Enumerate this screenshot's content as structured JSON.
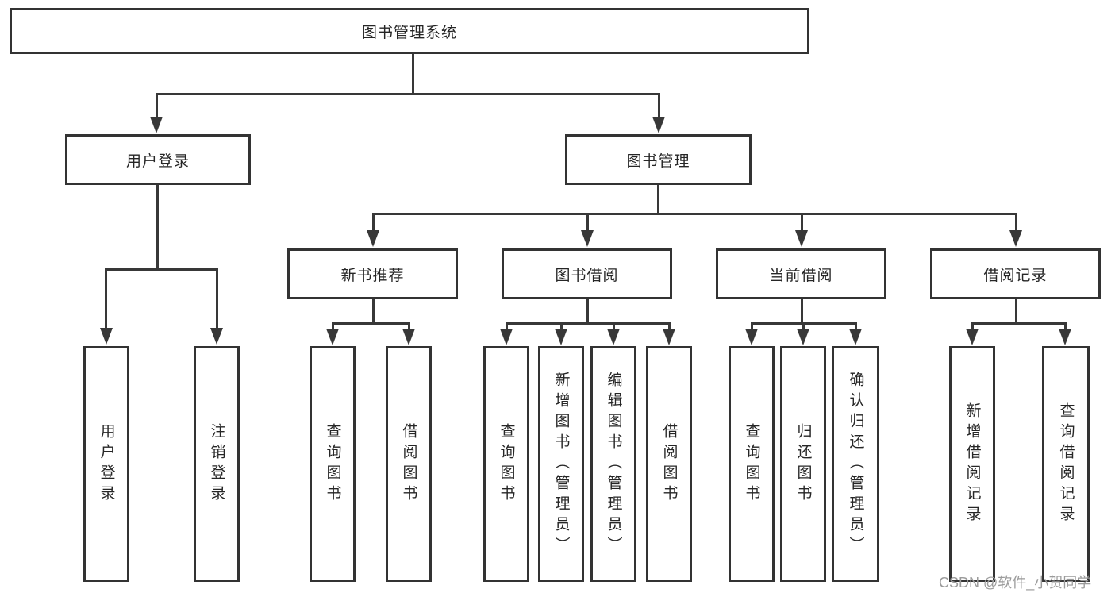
{
  "diagram": {
    "title": "图书管理系统",
    "nodes": {
      "root": "图书管理系统",
      "user_login": "用户登录",
      "book_mgmt": "图书管理",
      "new_book_rec": "新书推荐",
      "book_borrow": "图书借阅",
      "current_borrow": "当前借阅",
      "borrow_records": "借阅记录",
      "leaf_user_login": "用户登录",
      "leaf_logout": "注销登录",
      "leaf_nb_query": "查询图书",
      "leaf_nb_borrow": "借阅图书",
      "leaf_bb_query": "查询图书",
      "leaf_bb_add": "新增图书（管理员）",
      "leaf_bb_edit": "编辑图书（管理员）",
      "leaf_bb_borrow": "借阅图书",
      "leaf_cb_query": "查询图书",
      "leaf_cb_return": "归还图书",
      "leaf_cb_confirm": "确认归还（管理员）",
      "leaf_br_add": "新增借阅记录",
      "leaf_br_query": "查询借阅记录"
    },
    "structure": {
      "root_children": [
        "用户登录",
        "图书管理"
      ],
      "user_login_children": [
        "用户登录",
        "注销登录"
      ],
      "book_mgmt_children": [
        "新书推荐",
        "图书借阅",
        "当前借阅",
        "借阅记录"
      ],
      "new_book_rec_children": [
        "查询图书",
        "借阅图书"
      ],
      "book_borrow_children": [
        "查询图书",
        "新增图书（管理员）",
        "编辑图书（管理员）",
        "借阅图书"
      ],
      "current_borrow_children": [
        "查询图书",
        "归还图书",
        "确认归还（管理员）"
      ],
      "borrow_records_children": [
        "新增借阅记录",
        "查询借阅记录"
      ]
    }
  },
  "watermark": "CSDN @软件_小贺同学",
  "colors": {
    "line": "#383838",
    "box_border": "#333333",
    "text": "#262626",
    "watermark": "#9b9b9b",
    "background": "#ffffff"
  }
}
